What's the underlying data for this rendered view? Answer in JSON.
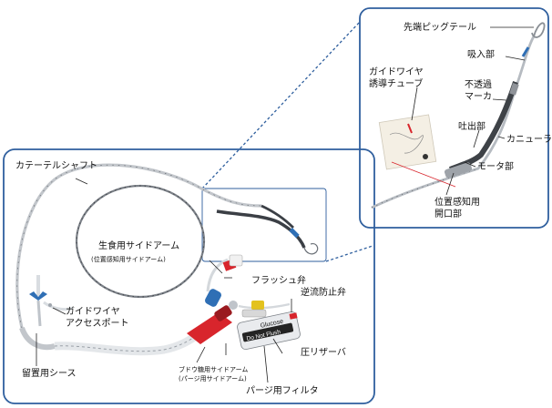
{
  "labels": {
    "catheter_shaft": "カテーテルシャフト",
    "saline_side_arm": "生食用サイドアーム",
    "saline_side_arm_sub": "(位置感知用サイドアーム)",
    "flush_valve": "フラッシュ弁",
    "guidewire_port_line1": "ガイドワイヤ",
    "guidewire_port_line2": "アクセスポート",
    "indwelling_sheath": "留置用シース",
    "check_valve": "逆流防止弁",
    "pressure_reservoir": "圧リザーバ",
    "glucose_side_arm_line1": "ブドウ糖用サイドアーム",
    "glucose_side_arm_line2": "(パージ用サイドアーム)",
    "purge_filter": "パージ用フィルタ",
    "pigtail_tip": "先端ピッグテール",
    "inlet": "吸入部",
    "guidewire_tube_line1": "ガイドワイヤ",
    "guidewire_tube_line2": "誘導チューブ",
    "radiopaque_marker_line1": "不透過",
    "radiopaque_marker_line2": "マーカ",
    "outlet": "吐出部",
    "cannula": "カニューラ",
    "motor": "モータ部",
    "sensing_opening_line1": "位置感知用",
    "sensing_opening_line2": "開口部"
  },
  "reservoir_label": {
    "line1": "Glucose",
    "line2": "Do Not Flush"
  },
  "colors": {
    "frame": "#2f5f9e",
    "connector_red": "#d8252c",
    "connector_blue": "#2f6fb5",
    "shaft": "#c8ccd0"
  }
}
